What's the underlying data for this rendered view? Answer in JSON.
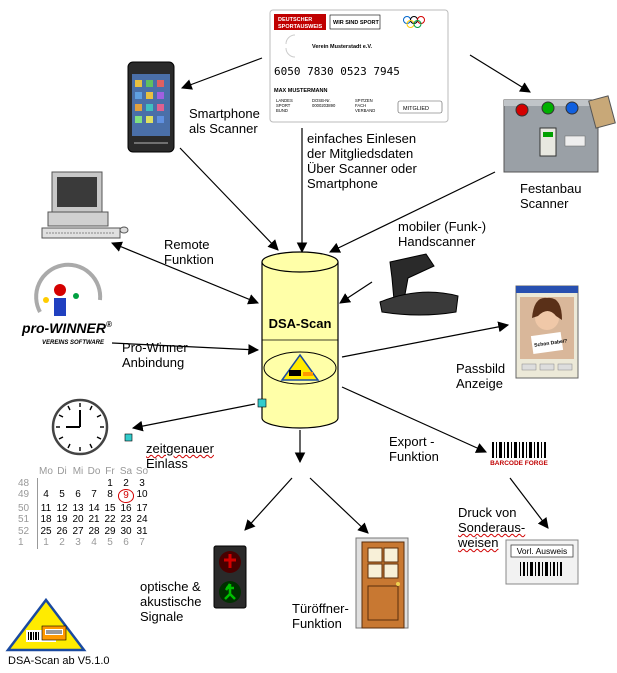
{
  "center": {
    "title": "DSA-Scan"
  },
  "card": {
    "brand_line1": "DEUTSCHER",
    "brand_line2": "SPORTAUSWEIS",
    "wir_sind_sport": "WIR SIND SPORT",
    "club": "Verein Musterstadt e.V.",
    "number": "6050 7830 0523 7945",
    "holder": "MAX MUSTERMANN",
    "col1": "LANDES\nSPORT\nBUND",
    "col2": "DOSB-Nr.\n0000203890",
    "col3": "SPITZEN\nFACH\nVERBAND",
    "member_badge": "MITGLIED"
  },
  "labels": {
    "smartphone": "Smartphone\nals Scanner",
    "einlesen": "einfaches Einlesen\nder Mitgliedsdaten\nÜber Scanner oder\nSmartphone",
    "festanbau": "Festanbau\nScanner",
    "mobiler": "mobiler (Funk-)\nHandscanner",
    "remote": "Remote\nFunktion",
    "prowinner": "Pro-Winner\nAnbindung",
    "passbild": "Passbild\nAnzeige",
    "zeit_1": "zeitgenauer",
    "zeit_2": "Einlass",
    "export": "Export -\nFunktion",
    "druck_1": "Druck von",
    "druck_2": "Sonderaus-",
    "druck_3": "weisen",
    "optisch": "optische &\nakustische\nSignale",
    "tuer": "Türöffner-\nFunktion",
    "version": "DSA-Scan ab V5.1.0"
  },
  "logo": {
    "brand": "pro-WINNER",
    "reg": "®",
    "sub": "VEREINS SOFTWARE"
  },
  "barcode_forge": "BARCODE FORGE",
  "ausweis_label": "Vorl. Ausweis",
  "passbild_caption": "Schon Dabei?",
  "calendar": {
    "headers": [
      "Mo",
      "Di",
      "Mi",
      "Do",
      "Fr",
      "Sa",
      "So"
    ],
    "weeks": [
      {
        "wk": "48",
        "days": [
          "",
          "",
          "",
          "",
          "1",
          "2",
          "3"
        ]
      },
      {
        "wk": "49",
        "days": [
          "4",
          "5",
          "6",
          "7",
          "8",
          "9",
          "10"
        ]
      },
      {
        "wk": "50",
        "days": [
          "11",
          "12",
          "13",
          "14",
          "15",
          "16",
          "17"
        ]
      },
      {
        "wk": "51",
        "days": [
          "18",
          "19",
          "20",
          "21",
          "22",
          "23",
          "24"
        ]
      },
      {
        "wk": "52",
        "days": [
          "25",
          "26",
          "27",
          "28",
          "29",
          "30",
          "31"
        ]
      },
      {
        "wk": "1",
        "days": [
          "1",
          "2",
          "3",
          "4",
          "5",
          "6",
          "7"
        ]
      }
    ]
  },
  "colors": {
    "cylinder": "#ffffa8",
    "cylinder_stroke": "#000000",
    "handle": "#33cccc",
    "traffic_red": "#d40000",
    "traffic_green": "#00c000",
    "door": "#c87832"
  }
}
